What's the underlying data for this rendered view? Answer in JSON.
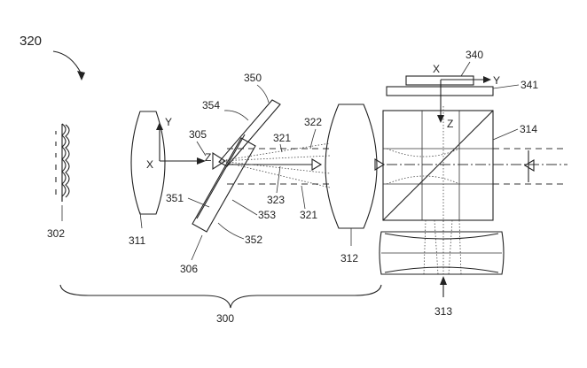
{
  "labels": {
    "l320": "320",
    "l302": "302",
    "l311": "311",
    "l305": "305",
    "l306": "306",
    "l354": "354",
    "l350": "350",
    "l351": "351",
    "l353": "353",
    "l352": "352",
    "l321a": "321",
    "l321b": "321",
    "l322": "322",
    "l323": "323",
    "l312": "312",
    "l314": "314",
    "l313": "313",
    "l340": "340",
    "l341": "341",
    "l300": "300"
  },
  "axes": {
    "y1": "Y",
    "x1": "X",
    "z1": "Z",
    "x2": "X",
    "y2": "Y",
    "z2": "Z"
  }
}
